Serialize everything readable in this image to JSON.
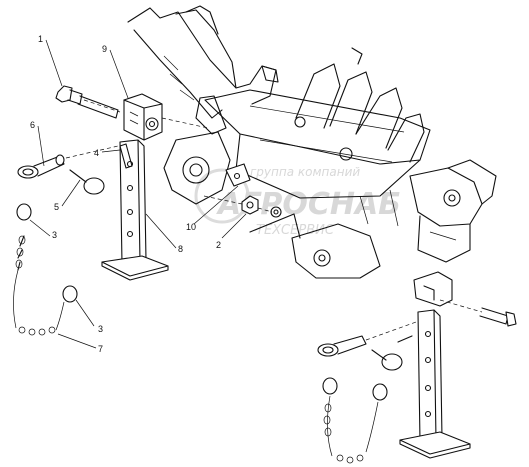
{
  "callouts": [
    {
      "id": "1",
      "label": "1"
    },
    {
      "id": "2",
      "label": "2"
    },
    {
      "id": "3a",
      "label": "3"
    },
    {
      "id": "3b",
      "label": "3"
    },
    {
      "id": "4",
      "label": "4"
    },
    {
      "id": "5",
      "label": "5"
    },
    {
      "id": "6",
      "label": "6"
    },
    {
      "id": "7",
      "label": "7"
    },
    {
      "id": "8",
      "label": "8"
    },
    {
      "id": "9",
      "label": "9"
    },
    {
      "id": "10",
      "label": "10"
    }
  ],
  "watermark": {
    "line1": "группа компаний",
    "line2": "АГРОСНАБ",
    "line3": "ТЕХСЕРВИС"
  }
}
